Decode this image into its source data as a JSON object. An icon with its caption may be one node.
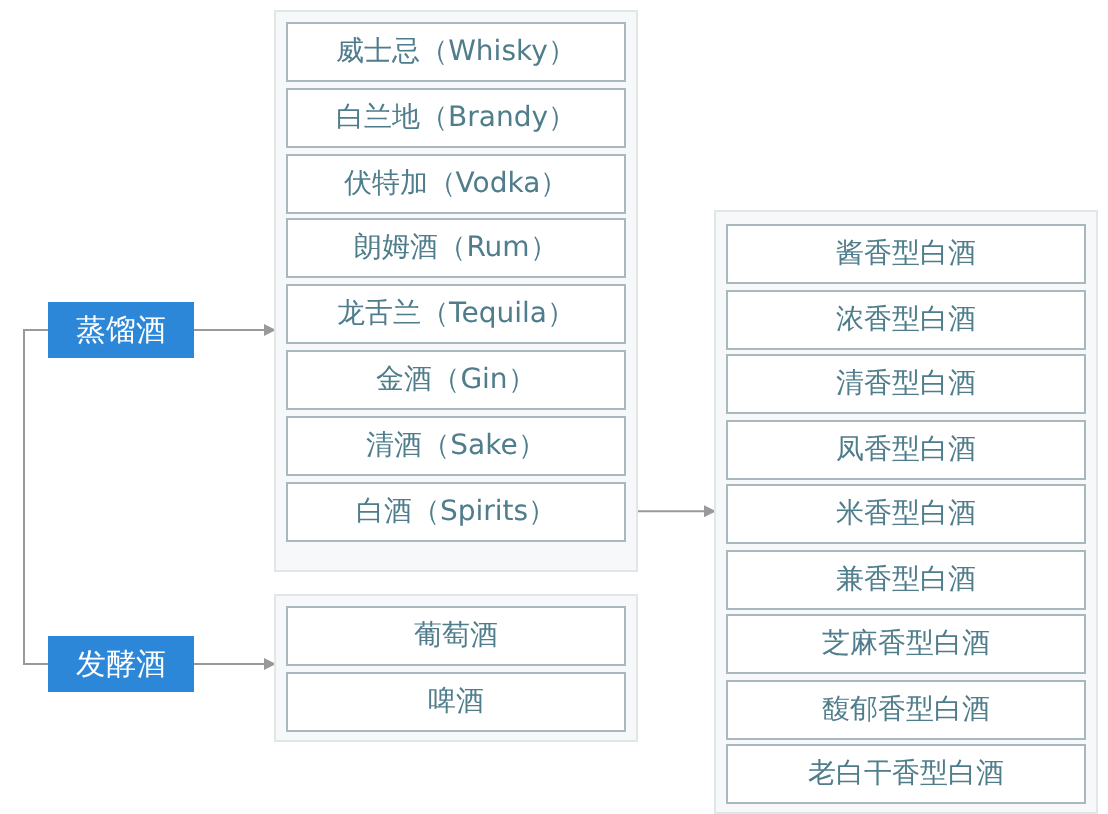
{
  "diagram": {
    "nodes": [
      {
        "text": [
          "蒸馏酒"
        ]
      },
      {
        "text": [
          "发酵酒"
        ]
      },
      {
        "text": [],
        "shape": "box"
      },
      {
        "text": [
          "威士忌（Whisky）"
        ],
        "in": 2
      },
      {
        "text": [
          "白兰地（Brandy）"
        ],
        "in": 2
      },
      {
        "text": [
          "伏特加（Vodka）"
        ],
        "in": 2
      },
      {
        "text": [
          "朗姆酒（Rum）"
        ],
        "in": 2
      },
      {
        "text": [
          "龙舌兰（Tequila）"
        ],
        "in": 2
      },
      {
        "text": [
          "金酒（Gin）"
        ],
        "in": 2
      },
      {
        "text": [
          "清酒（Sake）"
        ],
        "in": 2
      },
      {
        "text": [
          "白酒（Spirits）"
        ],
        "in": 2
      },
      {
        "text": [],
        "shape": "box"
      },
      {
        "text": [
          "葡萄酒"
        ],
        "in": 11
      },
      {
        "text": [
          "啤酒"
        ],
        "in": 11
      },
      {
        "text": [],
        "shape": "box"
      },
      {
        "text": [
          "酱香型白酒"
        ],
        "in": 14
      },
      {
        "text": [
          "浓香型白酒"
        ],
        "in": 14
      },
      {
        "text": [
          "清香型白酒"
        ],
        "in": 14
      },
      {
        "text": [
          "凤香型白酒"
        ],
        "in": 14
      },
      {
        "text": [
          "米香型白酒"
        ],
        "in": 14
      },
      {
        "text": [
          "兼香型白酒"
        ],
        "in": 14
      },
      {
        "text": [
          "芝麻香型白酒"
        ],
        "in": 14
      },
      {
        "text": [
          "馥郁香型白酒"
        ],
        "in": 14
      },
      {
        "text": [
          "老白干香型白酒"
        ],
        "in": 14
      }
    ],
    "edges": [
      {
        "from": 0,
        "to": 1,
        "arrow": "none"
      },
      {
        "from": 0,
        "to": 2,
        "arrow": "to"
      },
      {
        "from": 1,
        "to": 11,
        "arrow": "to"
      },
      {
        "from": 10,
        "to": 14,
        "arrow": "to"
      }
    ]
  }
}
